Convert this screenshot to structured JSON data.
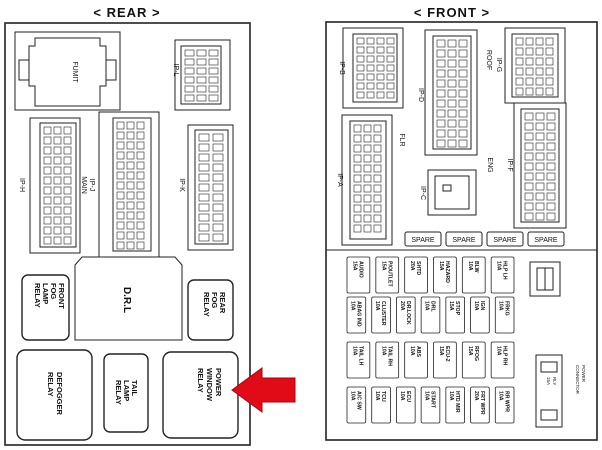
{
  "headers": {
    "rear": "< REAR >",
    "front": "< FRONT >"
  },
  "rear": {
    "fumit": "FUMIT",
    "connectors": {
      "ip_l": "IP-L",
      "ip_h": "IP-H",
      "ip_j": "IP-J",
      "ip_j_sub": "MAIN",
      "ip_k": "IP-K"
    },
    "drl": "D.R.L",
    "relays": {
      "front_fog": [
        "FRONT",
        "FOG",
        "LAMP",
        "RELAY"
      ],
      "rear_fog": [
        "REAR",
        "FOG",
        "RELAY"
      ],
      "defogger": [
        "DEFOGGER",
        "RELAY"
      ],
      "tail_lamp": [
        "TAIL",
        "LAMP",
        "RELAY"
      ],
      "power_window": [
        "POWER",
        "WINDOW",
        "RELAY"
      ]
    }
  },
  "front": {
    "connectors": {
      "ip_b": "IP-B",
      "ip_d": "IP-D",
      "ip_d_sub": "ROOF",
      "ip_g": "IP-G",
      "ip_a": "IP-A",
      "ip_a_sub": "FLR",
      "ip_c": "IP-C",
      "ip_e": "ENG",
      "ip_f": "IP-F"
    },
    "spares": [
      "SPARE",
      "SPARE",
      "SPARE",
      "SPARE"
    ],
    "fuses": [
      [
        [
          "AUDIO",
          "15A"
        ],
        [
          "P/OUTLET",
          "15A"
        ],
        [
          "SHTD",
          "20A"
        ],
        [
          "HAZARD",
          "15A"
        ],
        [
          "BLW",
          "10A"
        ],
        [
          "HLP LH",
          "10A"
        ]
      ],
      [
        [
          "ABAG IND",
          "10A"
        ],
        [
          "CLUSTER",
          "10A"
        ],
        [
          "DR.LOCK",
          "20A"
        ],
        [
          "DRL",
          "10A"
        ],
        [
          "STOP",
          "15A"
        ],
        [
          "IGN",
          "10A"
        ],
        [
          "FRKG",
          "10A"
        ]
      ],
      [
        [
          "TAIL LH",
          "10A"
        ],
        [
          "TAIL RH",
          "10A"
        ],
        [
          "ABS",
          "10A"
        ],
        [
          "ECU-2",
          "15A"
        ],
        [
          "RFOG",
          "15A"
        ],
        [
          "HLP RH",
          "10A"
        ]
      ],
      [
        [
          "A/C SW",
          "10A"
        ],
        [
          "TCU",
          "10A"
        ],
        [
          "ECU",
          "10A"
        ],
        [
          "START",
          "10A"
        ],
        [
          "HTD MIR",
          "10A"
        ],
        [
          "FRT WPR",
          "20A"
        ],
        [
          "RR WPR",
          "10A"
        ]
      ]
    ],
    "power_connector": [
      "POWER",
      "CONNECTOR"
    ],
    "relay_label": [
      "RLY",
      "15A"
    ]
  }
}
